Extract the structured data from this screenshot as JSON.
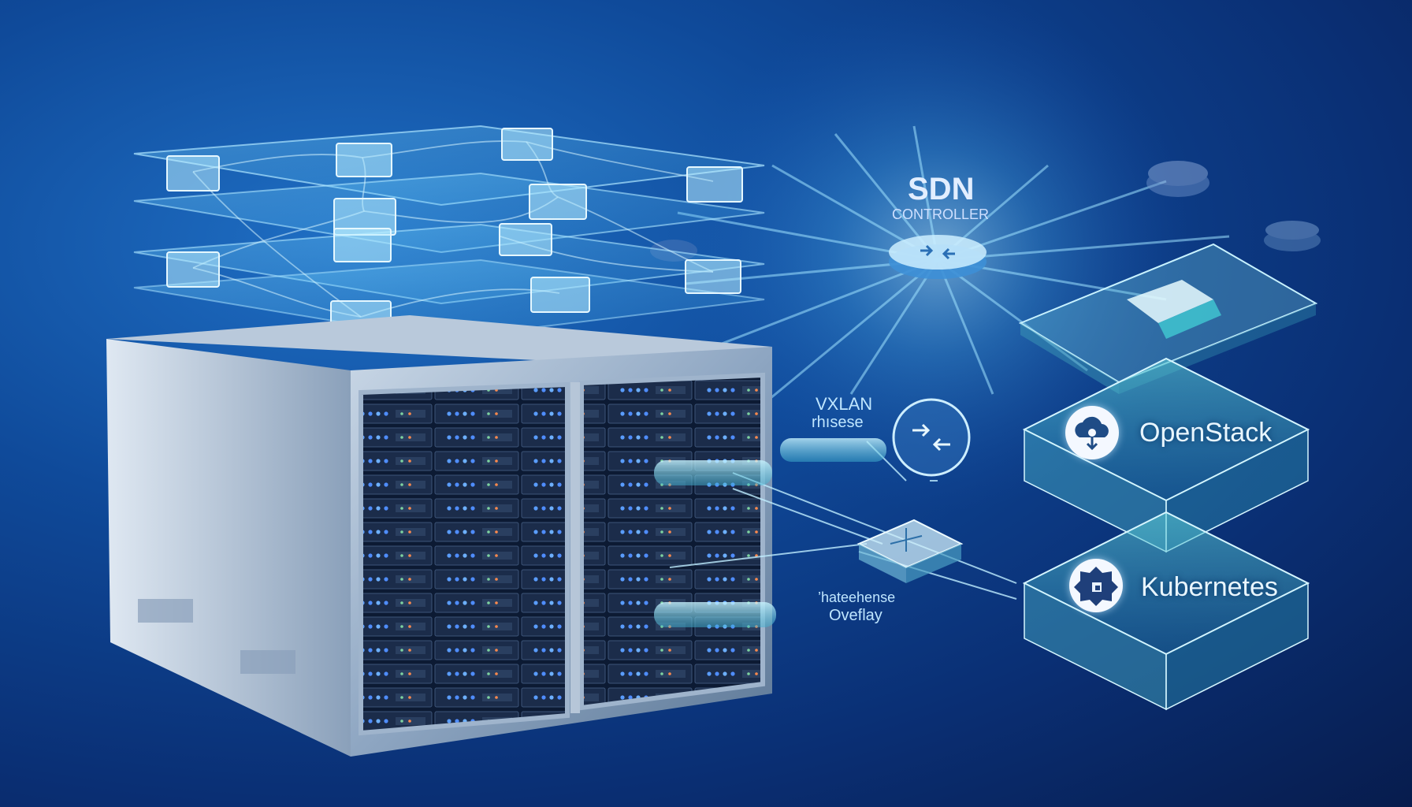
{
  "controller": {
    "title": "SDN",
    "subtitle": "CONTROLLER"
  },
  "tunnels": {
    "top_label": "VXLAN",
    "top_sublabel": "rhısese",
    "bottom_label": "’hateehense",
    "bottom_sublabel": "Oveflay"
  },
  "platforms": [
    {
      "name": "OpenStack",
      "icon": "cloud-icon"
    },
    {
      "name": "Kubernetes",
      "icon": "helm-wheel-icon"
    }
  ],
  "colors": {
    "glow": "#8fd6ff",
    "glass": "#4fb6d6",
    "server_steel": "#9fb4cc",
    "led": "#4f8dff"
  }
}
